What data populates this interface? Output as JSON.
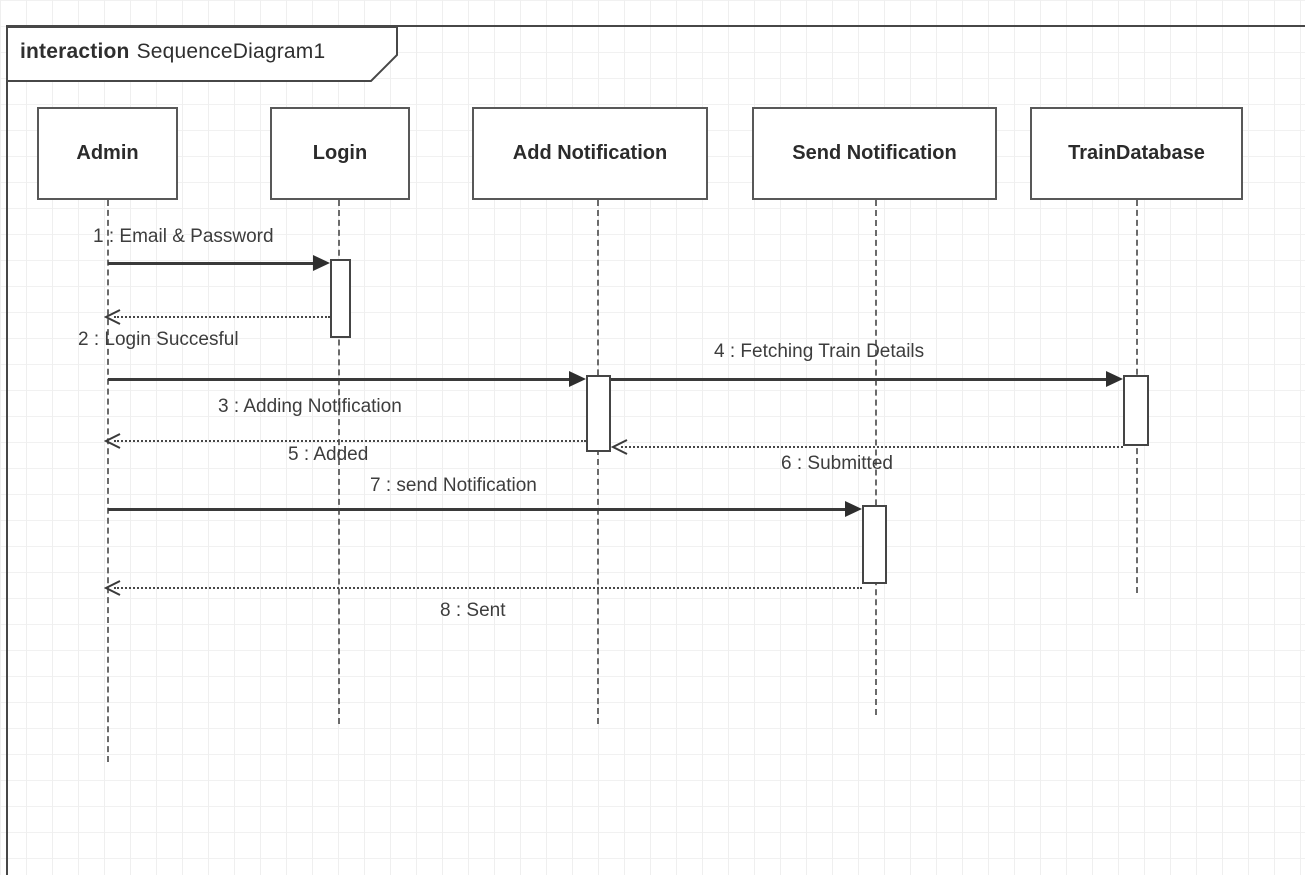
{
  "frame": {
    "keyword": "interaction",
    "name": "SequenceDiagram1"
  },
  "lifelines": [
    {
      "id": "admin",
      "label": "Admin"
    },
    {
      "id": "login",
      "label": "Login"
    },
    {
      "id": "add-notification",
      "label": "Add Notification"
    },
    {
      "id": "send-notification",
      "label": "Send Notification"
    },
    {
      "id": "train-database",
      "label": "TrainDatabase"
    }
  ],
  "messages": [
    {
      "seq": 1,
      "label": "1 : Email & Password",
      "from": "Admin",
      "to": "Login",
      "line": "solid",
      "arrow": "filled"
    },
    {
      "seq": 2,
      "label": "2 : Login Succesful",
      "from": "Login",
      "to": "Admin",
      "line": "dashed",
      "arrow": "open"
    },
    {
      "seq": 3,
      "label": "3 : Adding Notification",
      "from": "Admin",
      "to": "Add Notification",
      "line": "solid",
      "arrow": "filled"
    },
    {
      "seq": 4,
      "label": "4 : Fetching Train Details",
      "from": "Add Notification",
      "to": "TrainDatabase",
      "line": "solid",
      "arrow": "filled"
    },
    {
      "seq": 5,
      "label": "5 : Added",
      "from": "Add Notification",
      "to": "Admin",
      "line": "dashed",
      "arrow": "open"
    },
    {
      "seq": 6,
      "label": "6 : Submitted",
      "from": "TrainDatabase",
      "to": "Add Notification",
      "line": "dashed",
      "arrow": "open"
    },
    {
      "seq": 7,
      "label": "7 : send Notification",
      "from": "Admin",
      "to": "Send Notification",
      "line": "solid",
      "arrow": "filled"
    },
    {
      "seq": 8,
      "label": "8 : Sent",
      "from": "Send Notification",
      "to": "Admin",
      "line": "dashed",
      "arrow": "open"
    }
  ],
  "colors": {
    "line": "#3a3a3a",
    "box_border": "#585858",
    "text": "#3d3d3d",
    "background": "#ffffff",
    "grid": "#efefef"
  }
}
